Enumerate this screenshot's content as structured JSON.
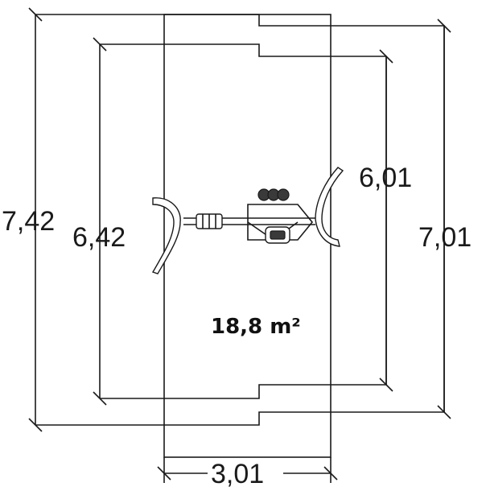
{
  "dimensions": {
    "outer_height": "7,42",
    "inner_height": "6,42",
    "inner_length": "6,01",
    "outer_length": "7,01",
    "width": "3,01"
  },
  "area": "18,8 m²",
  "colors": {
    "line": "#1a1a1a",
    "background": "#ffffff"
  },
  "icons": [
    "swing-equipment-icon"
  ]
}
